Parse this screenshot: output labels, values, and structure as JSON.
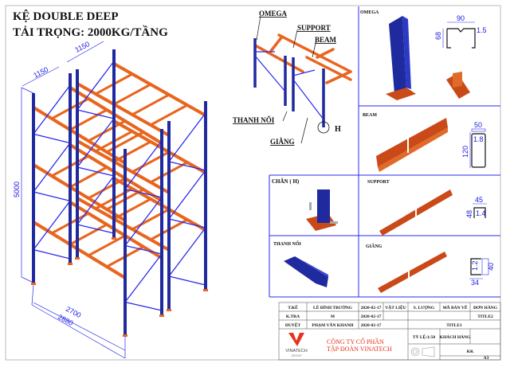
{
  "title": {
    "line1": "KỆ DOUBLE DEEP",
    "line2": "TẢI TRỌNG: 2000KG/TẦNG"
  },
  "dimensions": {
    "depth_1": "1150",
    "depth_2": "1150",
    "height": "5000",
    "beam_length": "2700",
    "total_length": "2880"
  },
  "callouts": {
    "omega": "OMEGA",
    "support": "SUPPORT",
    "beam": "BEAM",
    "thanh_noi": "THANH NỐI",
    "giang": "GIẰNG",
    "h": "H"
  },
  "panels": {
    "omega": {
      "label": "OMEGA",
      "width": "90",
      "height": "68",
      "thickness": "1.5"
    },
    "beam": {
      "label": "BEAM",
      "width": "50",
      "height": "120",
      "thickness": "1.8"
    },
    "chan": {
      "label": "CHÂN ( H)"
    },
    "support": {
      "label": "SUPPORT",
      "width": "45",
      "height": "48",
      "thickness": "1.4"
    },
    "thanh_noi": {
      "label": "THANH NỐI"
    },
    "giang": {
      "label": "GIẰNG",
      "width": "34",
      "height": "40",
      "thickness": "1.2"
    }
  },
  "title_block": {
    "rows": [
      [
        "T.KẾ",
        "LÊ ĐÌNH TRƯỜNG",
        "2020-02-17",
        "VẬT LIỆU",
        "S. LƯỢNG",
        "MÃ BẢN VẼ",
        "ĐƠN HÀNG"
      ],
      [
        "K.TRA",
        "M",
        "2020-02-17",
        "",
        "",
        "",
        "TITLE2"
      ],
      [
        "DUYỆT",
        "PHẠM VĂN KHANH",
        "2020-02-17",
        "",
        "TITLE1"
      ]
    ],
    "company_line1": "CÔNG TY CỔ PHẦN",
    "company_line2": "TẬP ĐOÀN VINATECH",
    "logo_text": "VINATECH",
    "logo_sub": "GROUP",
    "scale": "TỶ LỆ:1:50",
    "customer_label": "KHÁCH HÀNG",
    "customer": "KK",
    "sheet": "A3"
  },
  "colors": {
    "upright": "#1f2a9e",
    "beam": "#e8651e",
    "frame_line": "#2a2aee",
    "company": "#e8321e"
  }
}
